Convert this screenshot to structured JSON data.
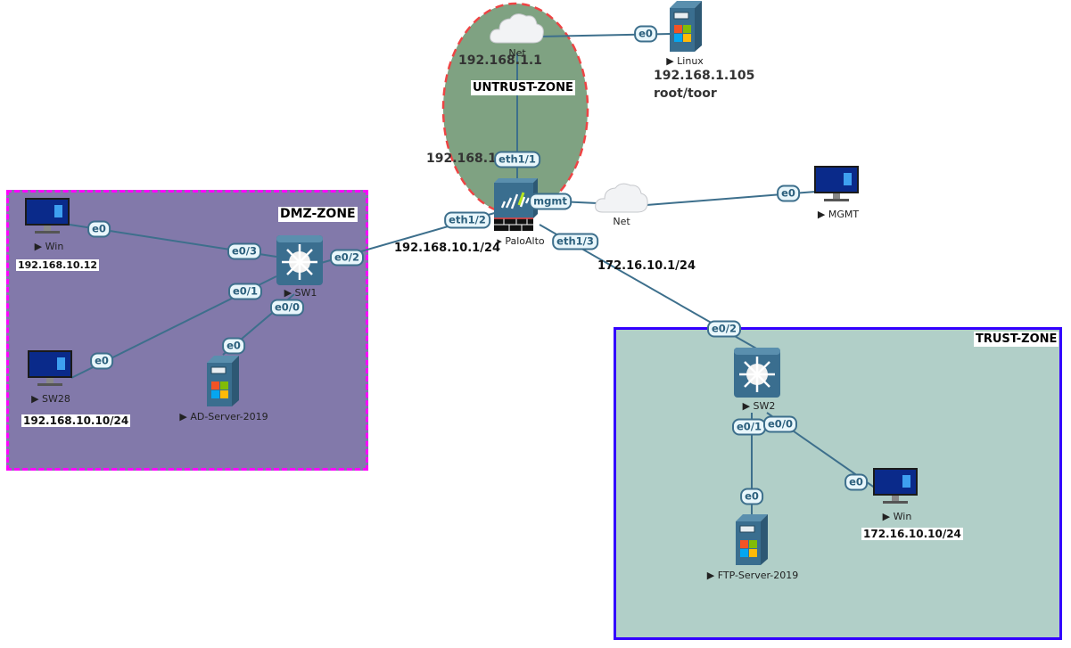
{
  "zones": {
    "untrust": {
      "label": "UNTRUST-ZONE",
      "fill": "#7fa282",
      "border": "#ee4444"
    },
    "dmz": {
      "label": "DMZ-ZONE",
      "fill": "#8279aa",
      "border": "#ff00ff"
    },
    "trust": {
      "label": "TRUST-ZONE",
      "fill": "#b1cfc8",
      "border": "#3300ff"
    }
  },
  "nodes": {
    "net_top": {
      "label": "Net"
    },
    "linux": {
      "label": "Linux",
      "ip": "192.168.1.105",
      "creds": "root/toor"
    },
    "paloalto": {
      "label": "PaloAlto"
    },
    "net_mgmt": {
      "label": "Net"
    },
    "mgmt": {
      "label": "MGMT"
    },
    "win_dmz": {
      "label": "Win",
      "ip": "192.168.10.12"
    },
    "sw1": {
      "label": "SW1"
    },
    "sw28": {
      "label": "SW28",
      "ip": "192.168.10.10/24"
    },
    "ad_server": {
      "label": "AD-Server-2019"
    },
    "sw2": {
      "label": "SW2"
    },
    "ftp_server": {
      "label": "FTP-Server-2019"
    },
    "win_trust": {
      "label": "Win",
      "ip": "172.16.10.10/24"
    }
  },
  "ip_labels": {
    "net_gw": "192.168.1.1",
    "eth11_ip": "192.168.1",
    "eth12_ip": "192.168.10.1/24",
    "eth13_ip": "172.16.10.1/24"
  },
  "interfaces": {
    "linux_e0": "e0",
    "pa_eth11": "eth1/1",
    "pa_mgmt": "mgmt",
    "pa_eth12": "eth1/2",
    "pa_eth13": "eth1/3",
    "mgmt_e0": "e0",
    "win_dmz_e0": "e0",
    "sw1_e03": "e0/3",
    "sw1_e02": "e0/2",
    "sw1_e01": "e0/1",
    "sw1_e00": "e0/0",
    "sw28_e0": "e0",
    "ad_e0": "e0",
    "sw2_e02": "e0/2",
    "sw2_e01": "e0/1",
    "sw2_e00": "e0/0",
    "ftp_e0": "e0",
    "win_trust_e0": "e0"
  },
  "colors": {
    "link": "#3d6f8c",
    "device": "#3a6e8f"
  }
}
